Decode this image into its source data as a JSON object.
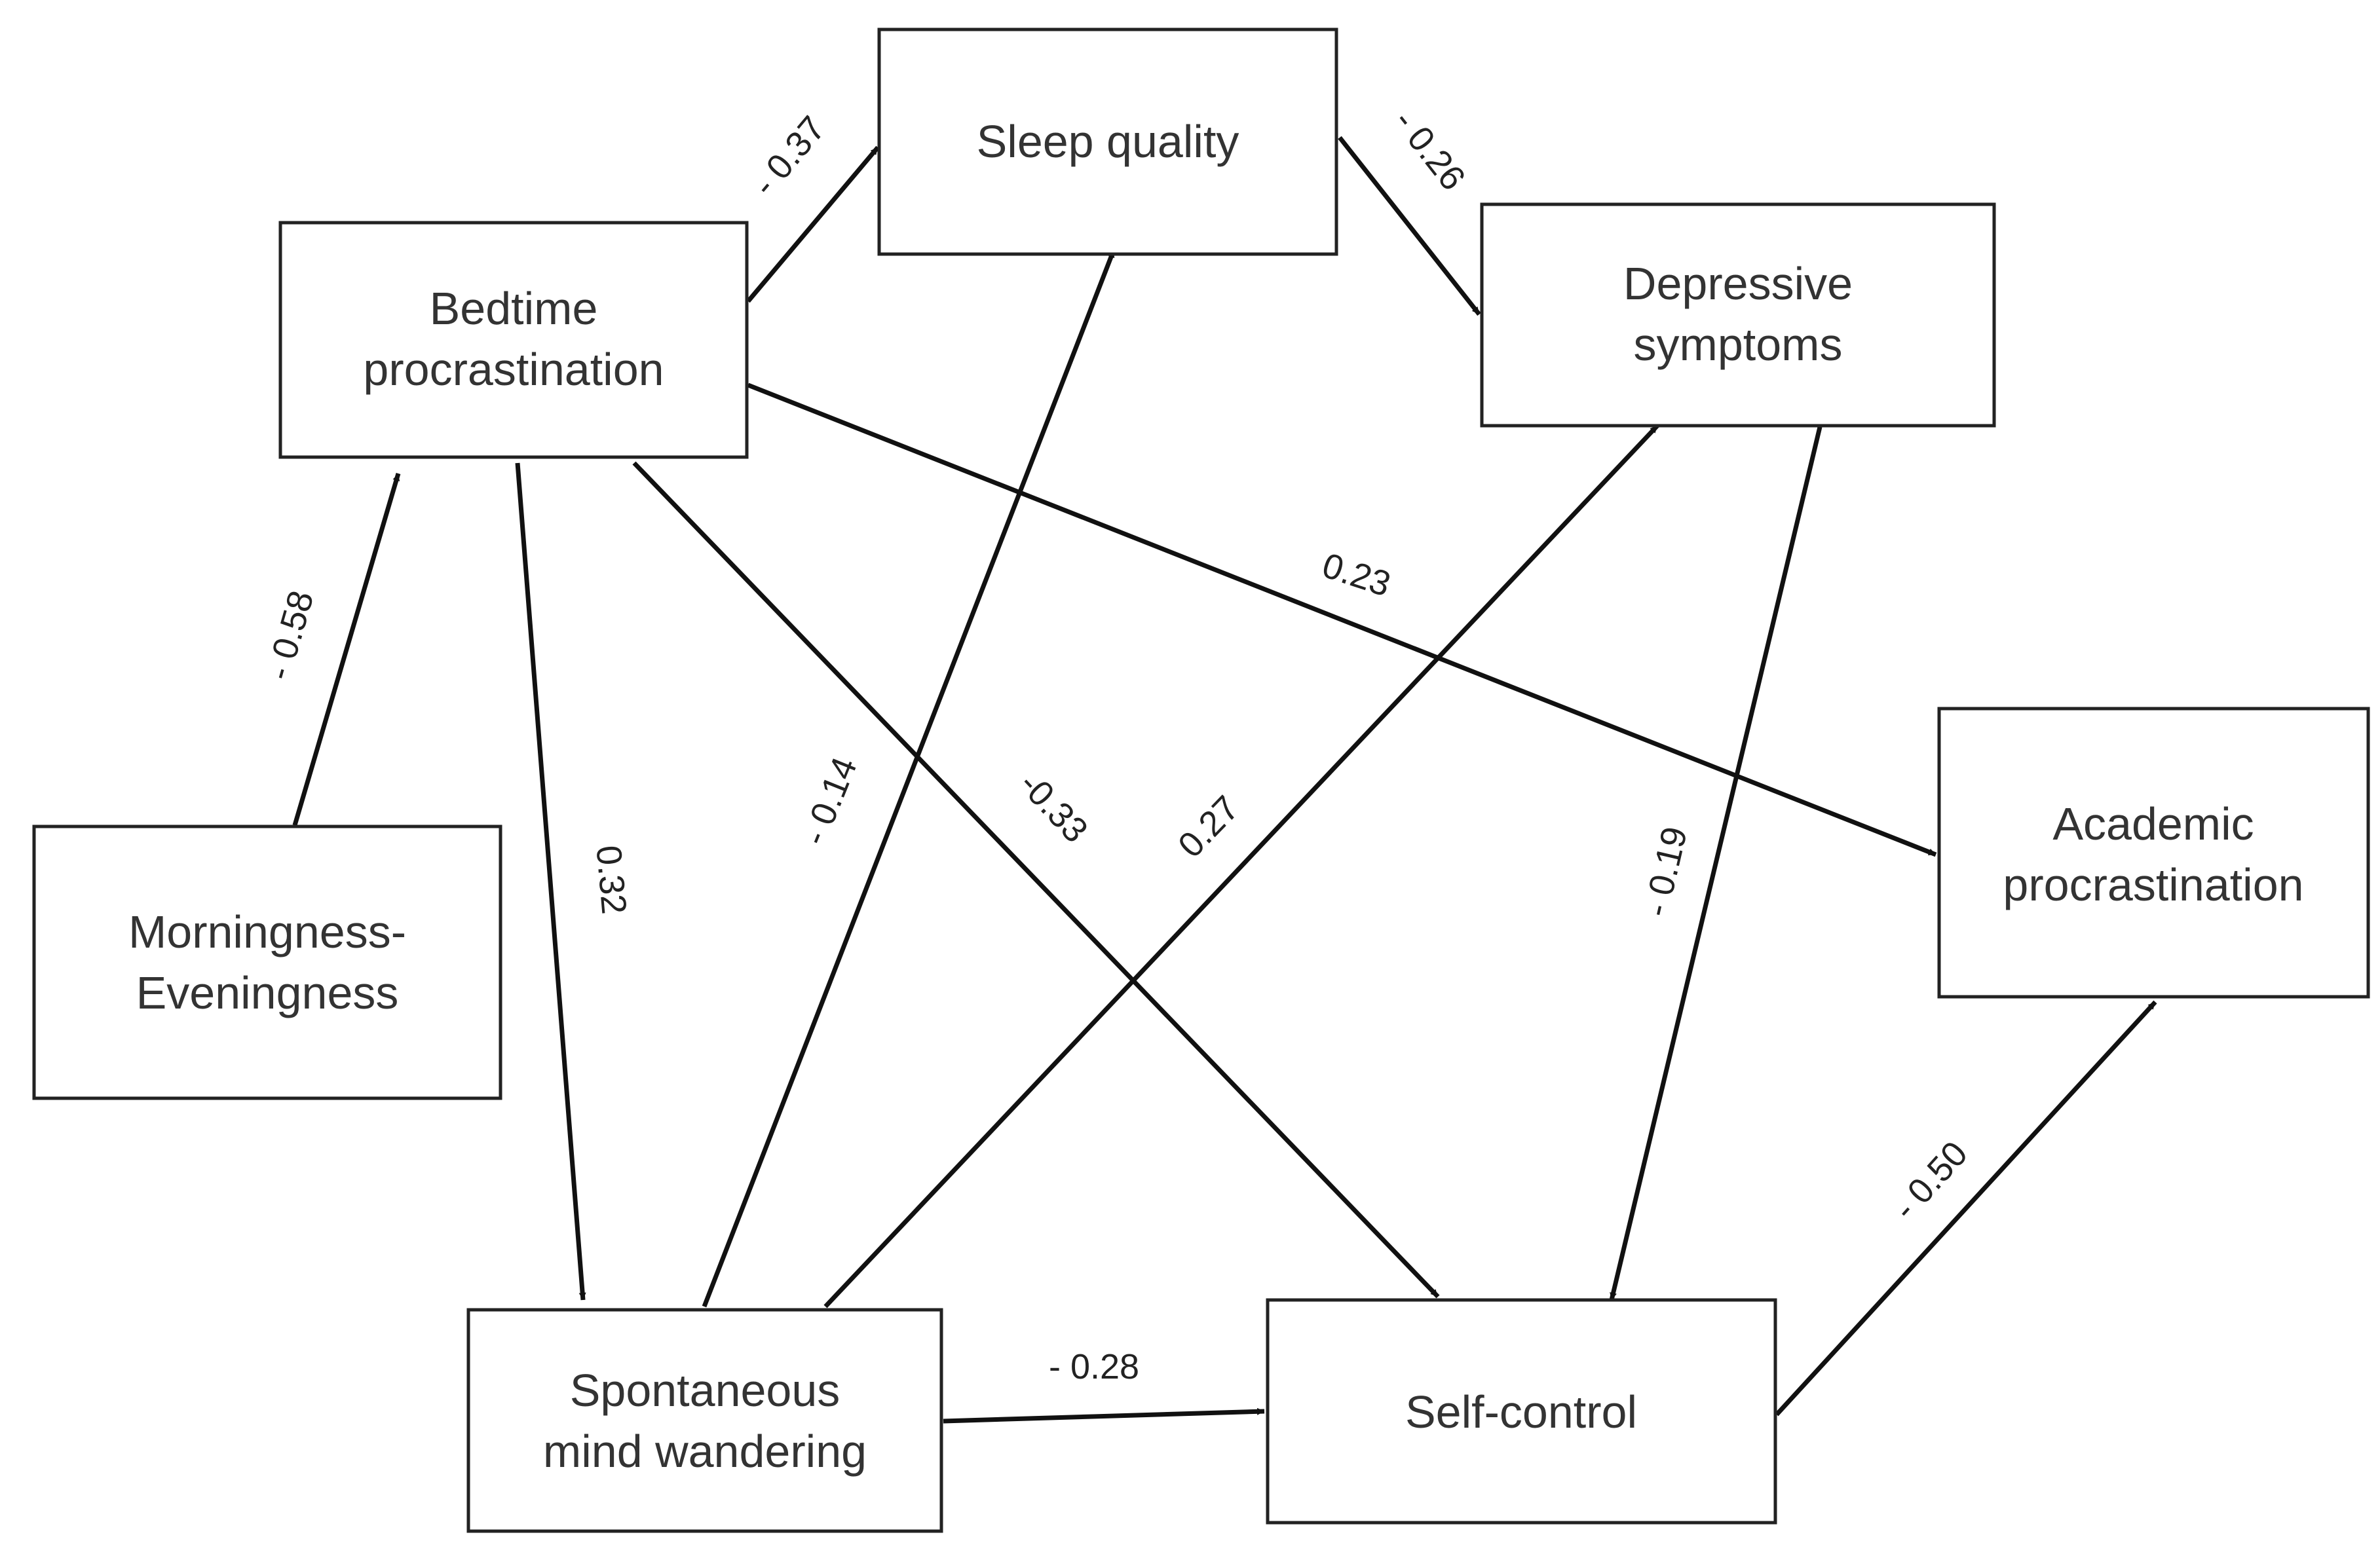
{
  "diagram": {
    "nodes": [
      {
        "id": "sleep",
        "lines": [
          "Sleep quality"
        ]
      },
      {
        "id": "bedtime",
        "lines": [
          "Bedtime",
          "procrastination"
        ]
      },
      {
        "id": "depressive",
        "lines": [
          "Depressive",
          "symptoms"
        ]
      },
      {
        "id": "academic",
        "lines": [
          "Academic",
          "procrastination"
        ]
      },
      {
        "id": "morning",
        "lines": [
          "Morningness-",
          "Eveningness"
        ]
      },
      {
        "id": "mind",
        "lines": [
          "Spontaneous",
          "mind wandering"
        ]
      },
      {
        "id": "selfcontrol",
        "lines": [
          "Self-control"
        ]
      }
    ],
    "edges": [
      {
        "id": "morning-bedtime",
        "from": "morning",
        "to": "bedtime",
        "label": "- 0.58"
      },
      {
        "id": "bedtime-sleep",
        "from": "bedtime",
        "to": "sleep",
        "label": "- 0.37"
      },
      {
        "id": "sleep-depressive",
        "from": "sleep",
        "to": "depressive",
        "label": "- 0.26"
      },
      {
        "id": "bedtime-academic",
        "from": "bedtime",
        "to": "academic",
        "label": "0.23"
      },
      {
        "id": "bedtime-mind",
        "from": "bedtime",
        "to": "mind",
        "label": "0.32"
      },
      {
        "id": "bedtime-selfcontrol",
        "from": "bedtime",
        "to": "selfcontrol",
        "label": "-0.33"
      },
      {
        "id": "mind-sleep",
        "from": "mind",
        "to": "sleep",
        "label": "- 0.14"
      },
      {
        "id": "mind-depressive",
        "from": "mind",
        "to": "depressive",
        "label": "0.27"
      },
      {
        "id": "depressive-selfcontrol",
        "from": "depressive",
        "to": "selfcontrol",
        "label": "- 0.19"
      },
      {
        "id": "mind-selfcontrol",
        "from": "mind",
        "to": "selfcontrol",
        "label": "- 0.28"
      },
      {
        "id": "selfcontrol-academic",
        "from": "selfcontrol",
        "to": "academic",
        "label": "- 0.50"
      }
    ]
  }
}
